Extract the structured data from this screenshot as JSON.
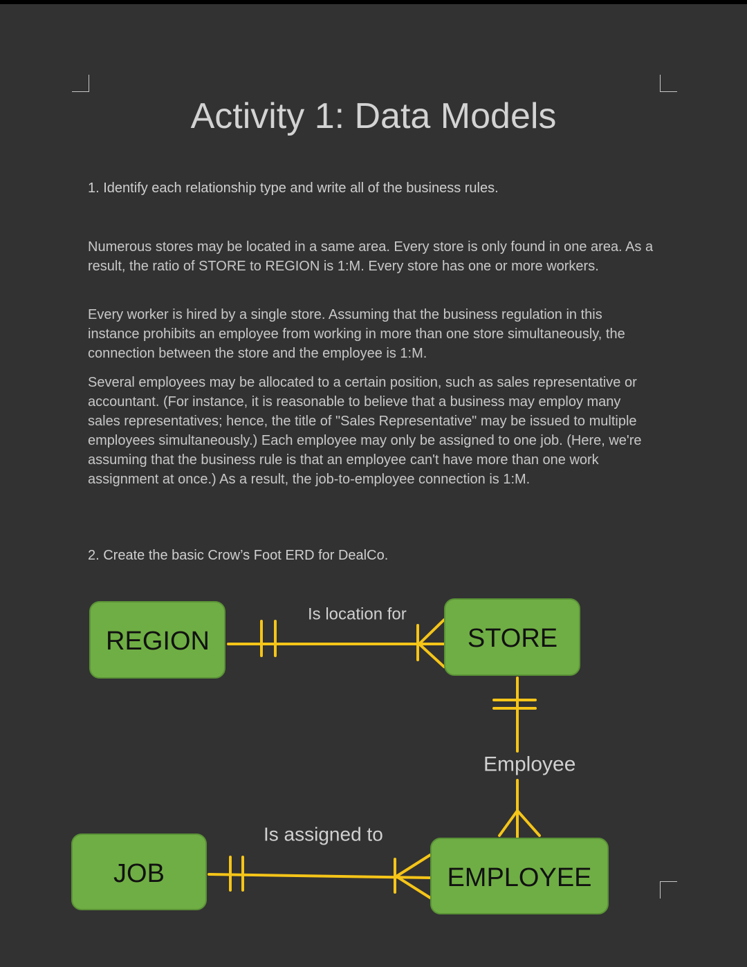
{
  "document": {
    "title": "Activity 1: Data Models",
    "question_1": "1. Identify each relationship type and write all of the business rules.",
    "paragraphs": [
      "Numerous stores may be located in a same area. Every store is only found in one area. As a result, the ratio of STORE to REGION is 1:M.  Every store has one or more workers.",
      "Every worker is hired by a single store. Assuming that the business regulation in this instance prohibits an employee from working in more than one store simultaneously, the connection between the store and the employee is 1:M.",
      "Several employees may be allocated to a certain position, such as sales representative or accountant.  (For instance, it is reasonable to believe that a business may employ many sales representatives; hence, the title of \"Sales Representative\" may be issued to multiple employees simultaneously.) Each employee may only be assigned to one job.  (Here, we're assuming that the business rule is that an employee can't have more than one work assignment at once.) As a result, the job-to-employee connection is 1:M."
    ],
    "question_2": "2. Create the basic Crow’s Foot ERD for DealCo."
  },
  "erd": {
    "entity_fill": "#6fae44",
    "line_color": "#f5c518",
    "entities": {
      "region": "REGION",
      "store": "STORE",
      "employee": "EMPLOYEE",
      "job": "JOB"
    },
    "relationships": {
      "region_store": "Is location for",
      "store_employee": "Employee",
      "job_employee": "Is assigned to"
    }
  }
}
